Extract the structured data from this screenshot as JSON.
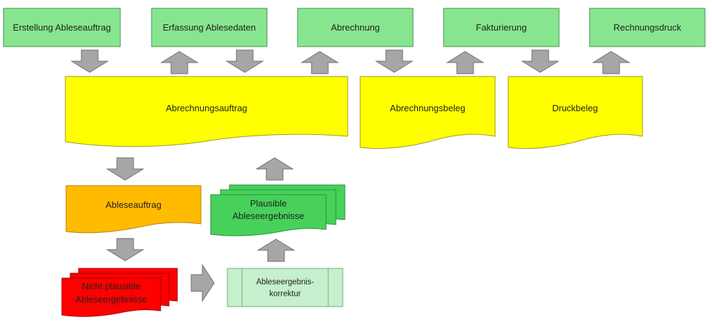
{
  "colors": {
    "process": "#87e58f",
    "process_stroke": "#4a8f52",
    "document": "#ffff00",
    "document_stroke": "#9a9a20",
    "reading_order": "#ffbb00",
    "plausible": "#47d15a",
    "implausible": "#ff0000",
    "correction": "#c6efcd",
    "arrow": "#a6a6a6",
    "arrow_stroke": "#6f6f6f"
  },
  "processes": {
    "creation": "Erstellung Ableseauftrag",
    "capture": "Erfassung Ablesedaten",
    "billing": "Abrechnung",
    "invoicing": "Fakturierung",
    "printing": "Rechnungsdruck"
  },
  "documents": {
    "billing_order": "Abrechnungsauftrag",
    "billing_doc": "Abrechnungsbeleg",
    "print_doc": "Druckbeleg",
    "reading_order": "Ableseauftrag"
  },
  "results": {
    "plausible_line1": "Plausible",
    "plausible_line2": "Ableseergebnisse",
    "implausible_line1": "Nicht plausible",
    "implausible_line2": "Ableseergebnisse"
  },
  "correction": {
    "line1": "Ableseergebnis-",
    "line2": "korrektur"
  }
}
